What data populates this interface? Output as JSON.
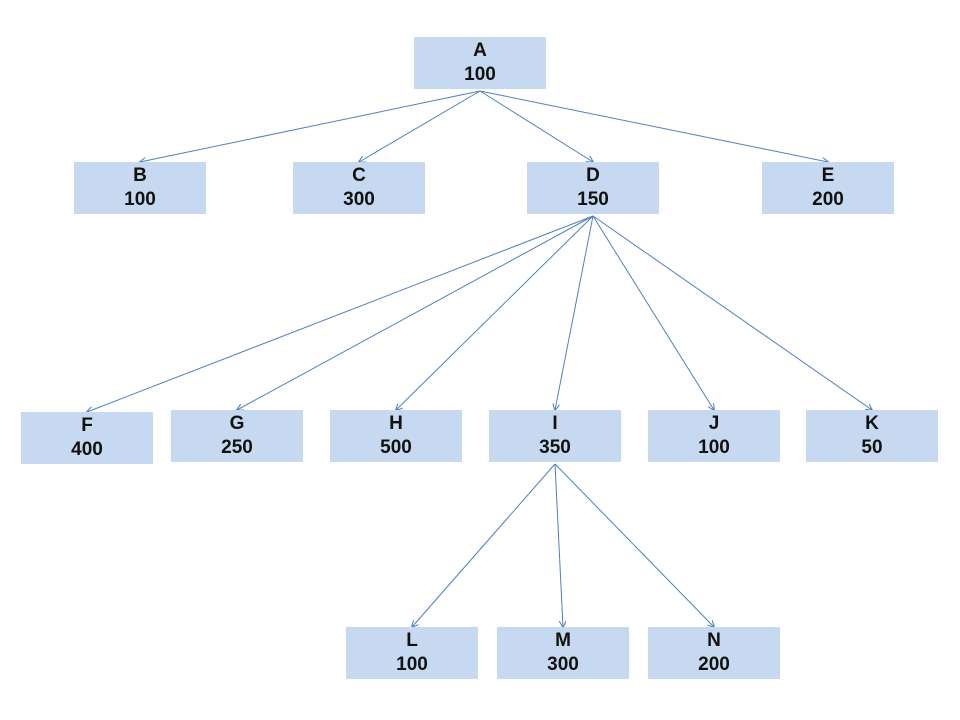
{
  "tree": {
    "line_color": "#4f81bd",
    "node_fill": "#c6d9f0",
    "nodes": {
      "A": {
        "label": "A",
        "value": "100"
      },
      "B": {
        "label": "B",
        "value": "100"
      },
      "C": {
        "label": "C",
        "value": "300"
      },
      "D": {
        "label": "D",
        "value": "150"
      },
      "E": {
        "label": "E",
        "value": "200"
      },
      "F": {
        "label": "F",
        "value": "400"
      },
      "G": {
        "label": "G",
        "value": "250"
      },
      "H": {
        "label": "H",
        "value": "500"
      },
      "I": {
        "label": "I",
        "value": "350"
      },
      "J": {
        "label": "J",
        "value": "100"
      },
      "K": {
        "label": "K",
        "value": "50"
      },
      "L": {
        "label": "L",
        "value": "100"
      },
      "M": {
        "label": "M",
        "value": "300"
      },
      "N": {
        "label": "N",
        "value": "200"
      }
    },
    "edges": [
      [
        "A",
        "B"
      ],
      [
        "A",
        "C"
      ],
      [
        "A",
        "D"
      ],
      [
        "A",
        "E"
      ],
      [
        "D",
        "F"
      ],
      [
        "D",
        "G"
      ],
      [
        "D",
        "H"
      ],
      [
        "D",
        "I"
      ],
      [
        "D",
        "J"
      ],
      [
        "D",
        "K"
      ],
      [
        "I",
        "L"
      ],
      [
        "I",
        "M"
      ],
      [
        "I",
        "N"
      ]
    ]
  }
}
